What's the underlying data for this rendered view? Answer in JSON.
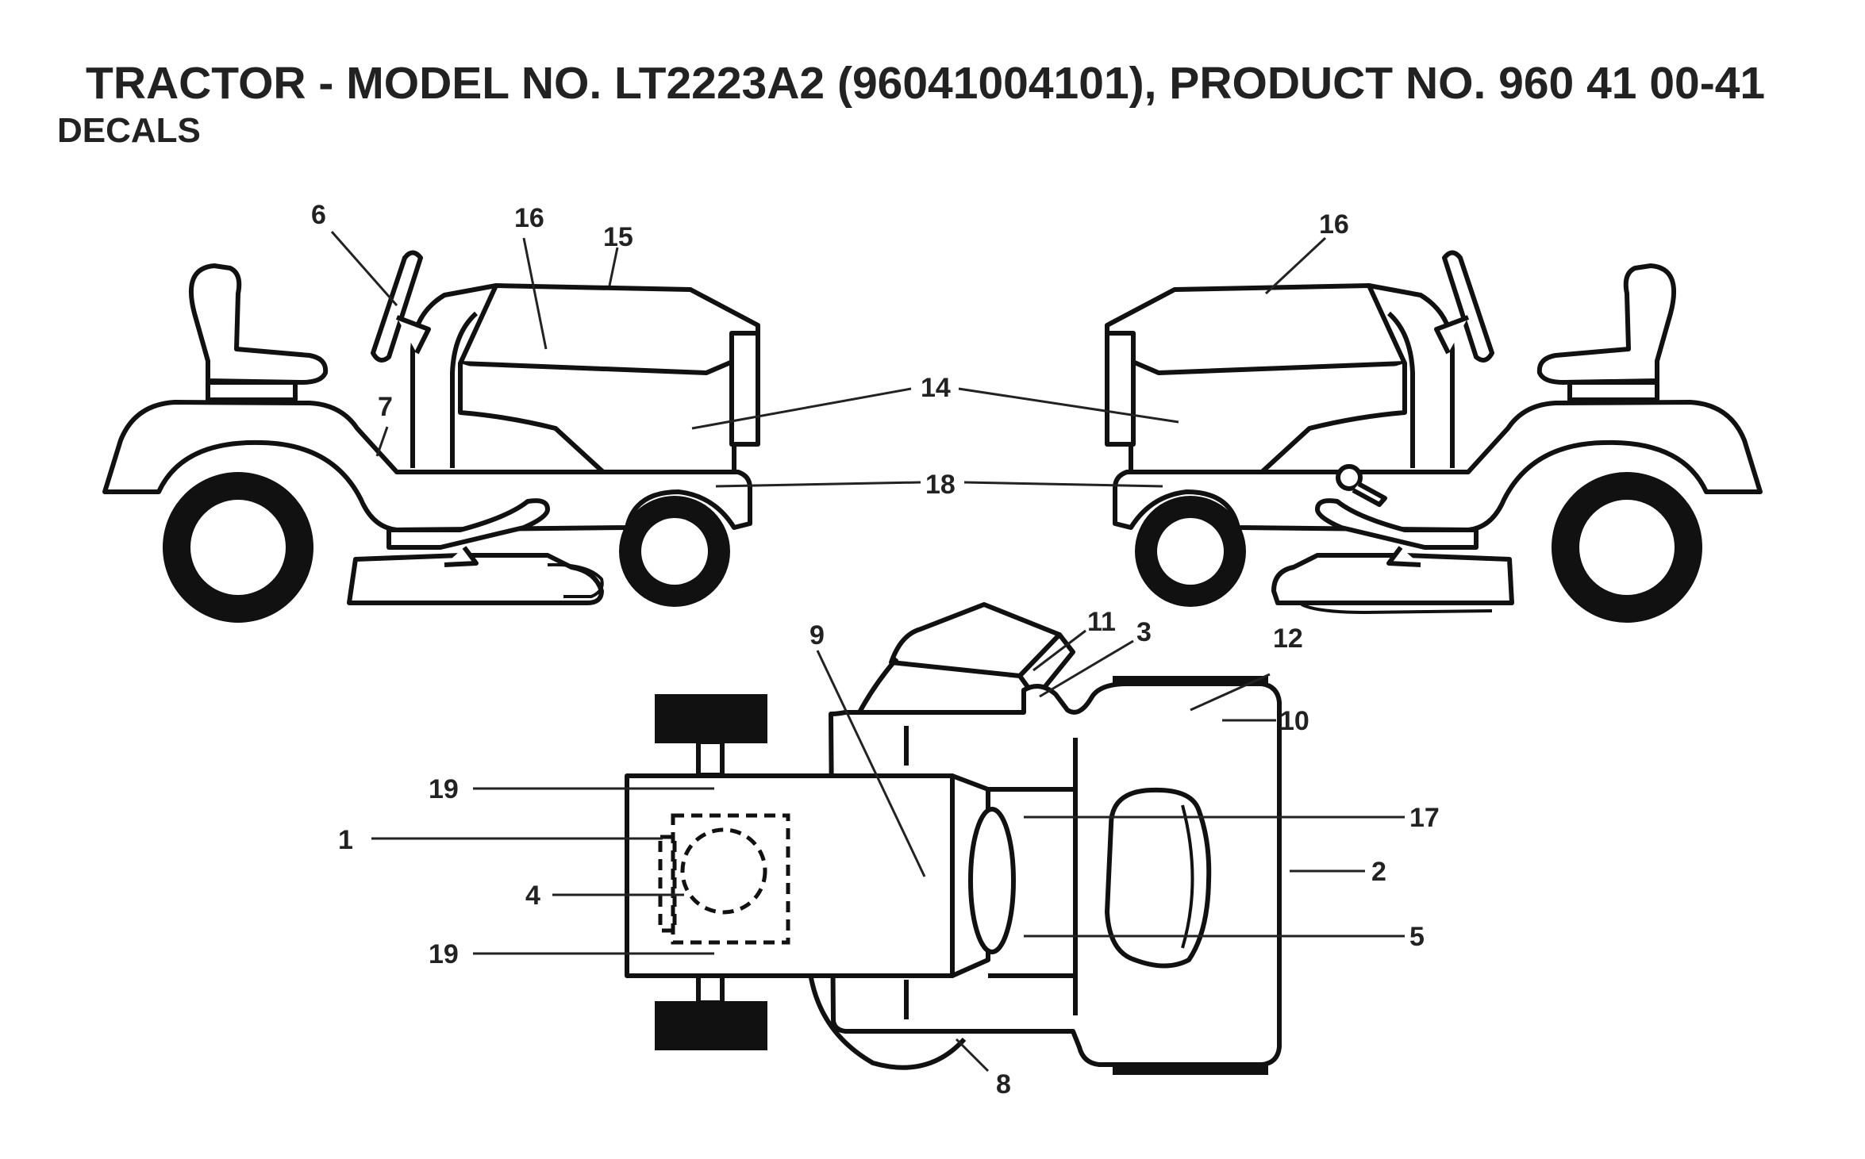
{
  "header": {
    "title": "TRACTOR - MODEL NO. LT2223A2 (96041004101), PRODUCT NO. 960 41 00-41",
    "subtitle": "DECALS"
  },
  "callouts": {
    "c1": "1",
    "c2": "2",
    "c3": "3",
    "c4": "4",
    "c5": "5",
    "c6": "6",
    "c7": "7",
    "c8": "8",
    "c9": "9",
    "c10": "10",
    "c11": "11",
    "c12": "12",
    "c14": "14",
    "c15": "15",
    "c16_left": "16",
    "c16_right": "16",
    "c17": "17",
    "c18": "18",
    "c19_top": "19",
    "c19_bottom": "19"
  }
}
